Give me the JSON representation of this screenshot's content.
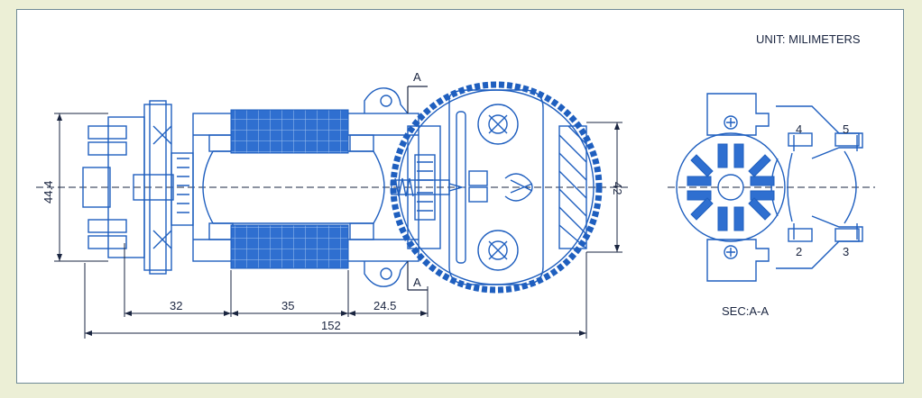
{
  "unit_label": "UNIT: MILIMETERS",
  "section_label": "SEC:A-A",
  "section_marks": {
    "top": "A",
    "bottom": "A"
  },
  "dimensions": {
    "height_left": "44.4",
    "dim_32": "32",
    "dim_35": "35",
    "dim_24_5": "24.5",
    "total_length": "152",
    "gear_diameter": "42"
  },
  "terminals": {
    "t4": "4",
    "t5": "5",
    "t2": "2",
    "t3": "3"
  },
  "colors": {
    "line": "#1f5fbf",
    "fill": "#2f6fd0",
    "dim": "#1a2540",
    "bg": "#ecefd6"
  }
}
